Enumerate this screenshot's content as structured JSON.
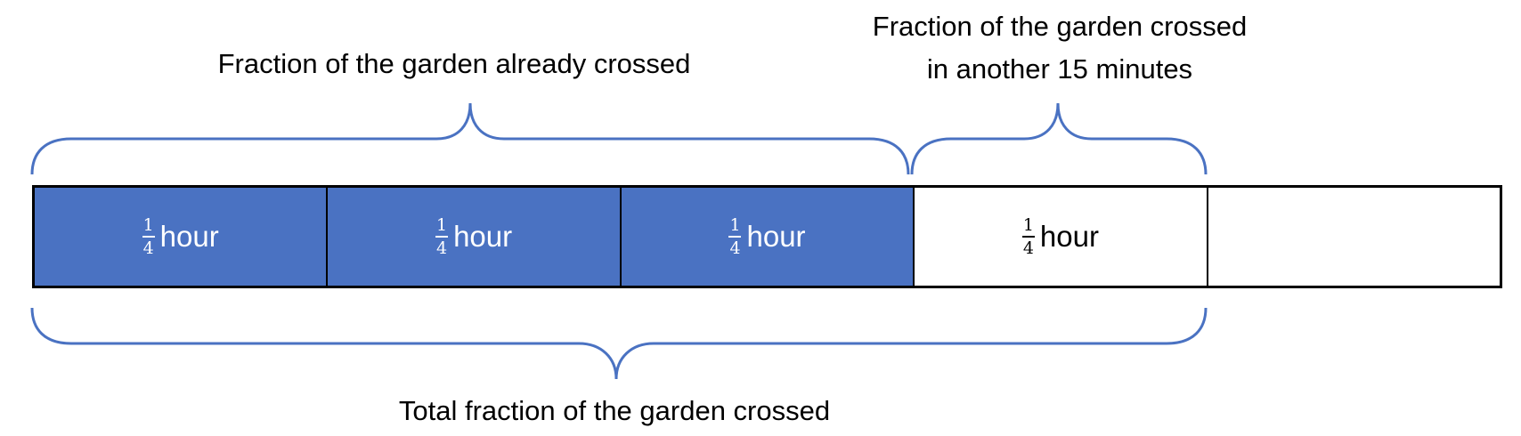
{
  "labels": {
    "already_crossed": "Fraction of the garden already crossed",
    "another_line1": "Fraction of the garden crossed",
    "another_line2": "in another 15 minutes",
    "total": "Total fraction of the garden crossed"
  },
  "segments": [
    {
      "numerator": "1",
      "denominator": "4",
      "unit": "hour",
      "filled": true
    },
    {
      "numerator": "1",
      "denominator": "4",
      "unit": "hour",
      "filled": true
    },
    {
      "numerator": "1",
      "denominator": "4",
      "unit": "hour",
      "filled": true
    },
    {
      "numerator": "1",
      "denominator": "4",
      "unit": "hour",
      "filled": false
    },
    {
      "numerator": "",
      "denominator": "",
      "unit": "",
      "filled": false
    }
  ],
  "colors": {
    "fill": "#4a72c2",
    "brace": "#4a72c2",
    "outline": "#000000"
  }
}
